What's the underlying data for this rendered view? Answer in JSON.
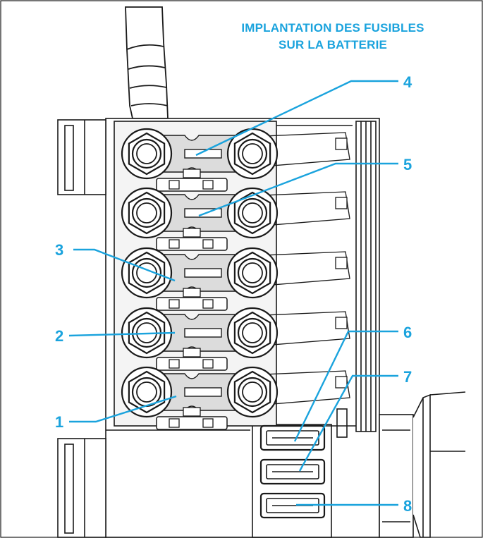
{
  "title": {
    "line1": "IMPLANTATION DES FUSIBLES",
    "line2": "SUR LA BATTERIE"
  },
  "callouts": {
    "c1": "1",
    "c2": "2",
    "c3": "3",
    "c4": "4",
    "c5": "5",
    "c6": "6",
    "c7": "7",
    "c8": "8"
  },
  "colors": {
    "accent": "#1aa3dd",
    "line": "#1a1a1a",
    "fuse_fill": "#dcdcdc",
    "background": "#ffffff"
  },
  "icons": {
    "nut": "hex-nut-icon",
    "cable": "battery-cable-icon",
    "blade_fuse": "blade-fuse-icon"
  }
}
